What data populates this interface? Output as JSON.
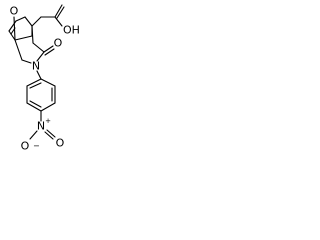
{
  "molecule": {
    "atom_labels": {
      "bridge_oxygen": "O",
      "carboxyl_group": "OH",
      "carbonyl_oxygen": "O",
      "amide_nitrogen": "N",
      "nitro_nitrogen": "N",
      "nitro_charge": "+",
      "nitro_oxygen": "O",
      "nitro_oxygen_charge": "−"
    }
  },
  "colors": {
    "bond": "#000000",
    "label": "#000000",
    "background": "#ffffff"
  }
}
